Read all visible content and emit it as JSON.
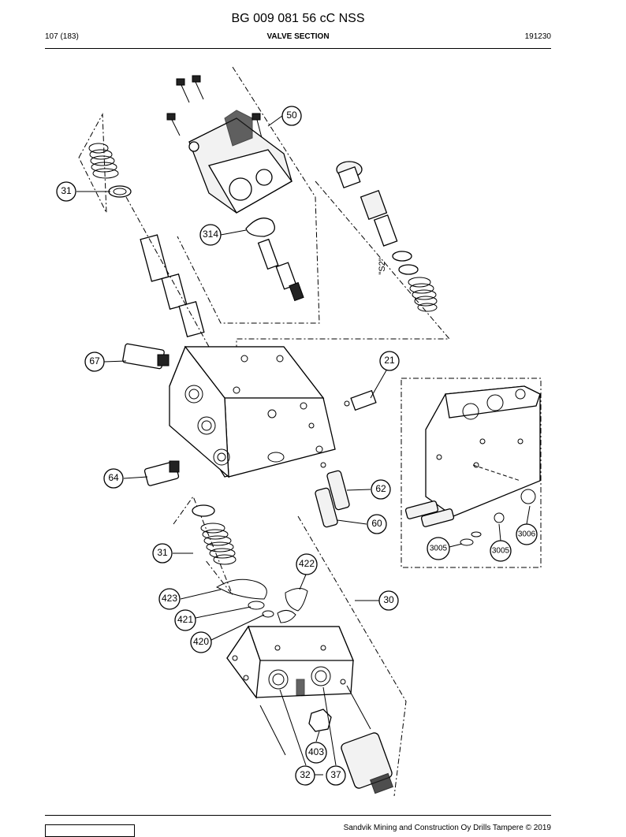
{
  "header": {
    "title": "BG 009 081 56 cC NSS",
    "page": "107 (183)",
    "section": "VALVE SECTION",
    "date": "191230"
  },
  "footer": {
    "copyright": "Sandvik Mining and Construction Oy Drills Tampere © 2019"
  },
  "diagram": {
    "callouts": [
      "50",
      "31",
      "314",
      "67",
      "21",
      "64",
      "62",
      "60",
      "3006",
      "3005",
      "3005",
      "31",
      "422",
      "423",
      "30",
      "421",
      "420",
      "403",
      "32",
      "37"
    ],
    "annotation": "\"S2\""
  }
}
